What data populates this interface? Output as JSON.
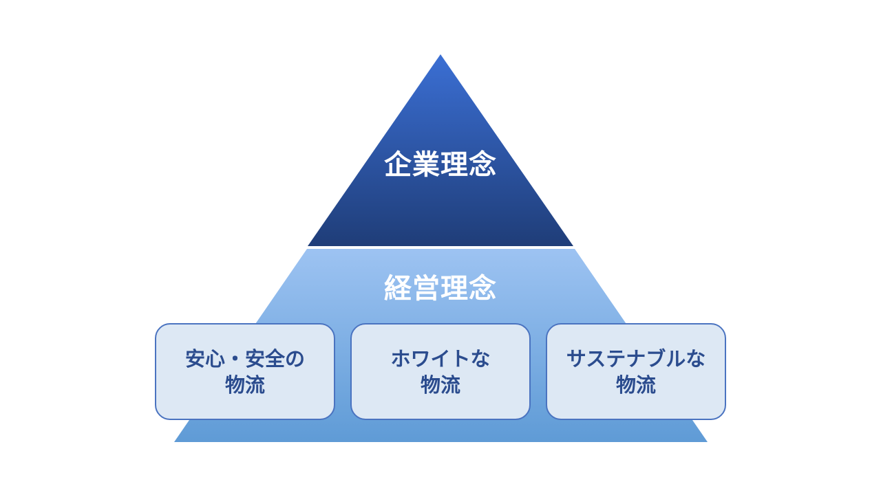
{
  "pyramid": {
    "top": {
      "label": "企業理念",
      "color_top": "#3b6fd4",
      "color_bottom": "#1f3d78"
    },
    "middle": {
      "label": "経営理念",
      "color_top": "#9dc3f2",
      "color_bottom": "#5f9bd6"
    },
    "boxes": [
      {
        "line1": "安心・安全の",
        "line2": "物流"
      },
      {
        "line1": "ホワイトな",
        "line2": "物流"
      },
      {
        "line1": "サステナブルな",
        "line2": "物流"
      }
    ],
    "box_fill": "#dde8f4",
    "box_border": "#4a73c0",
    "box_text_color": "#2b4c8e"
  }
}
